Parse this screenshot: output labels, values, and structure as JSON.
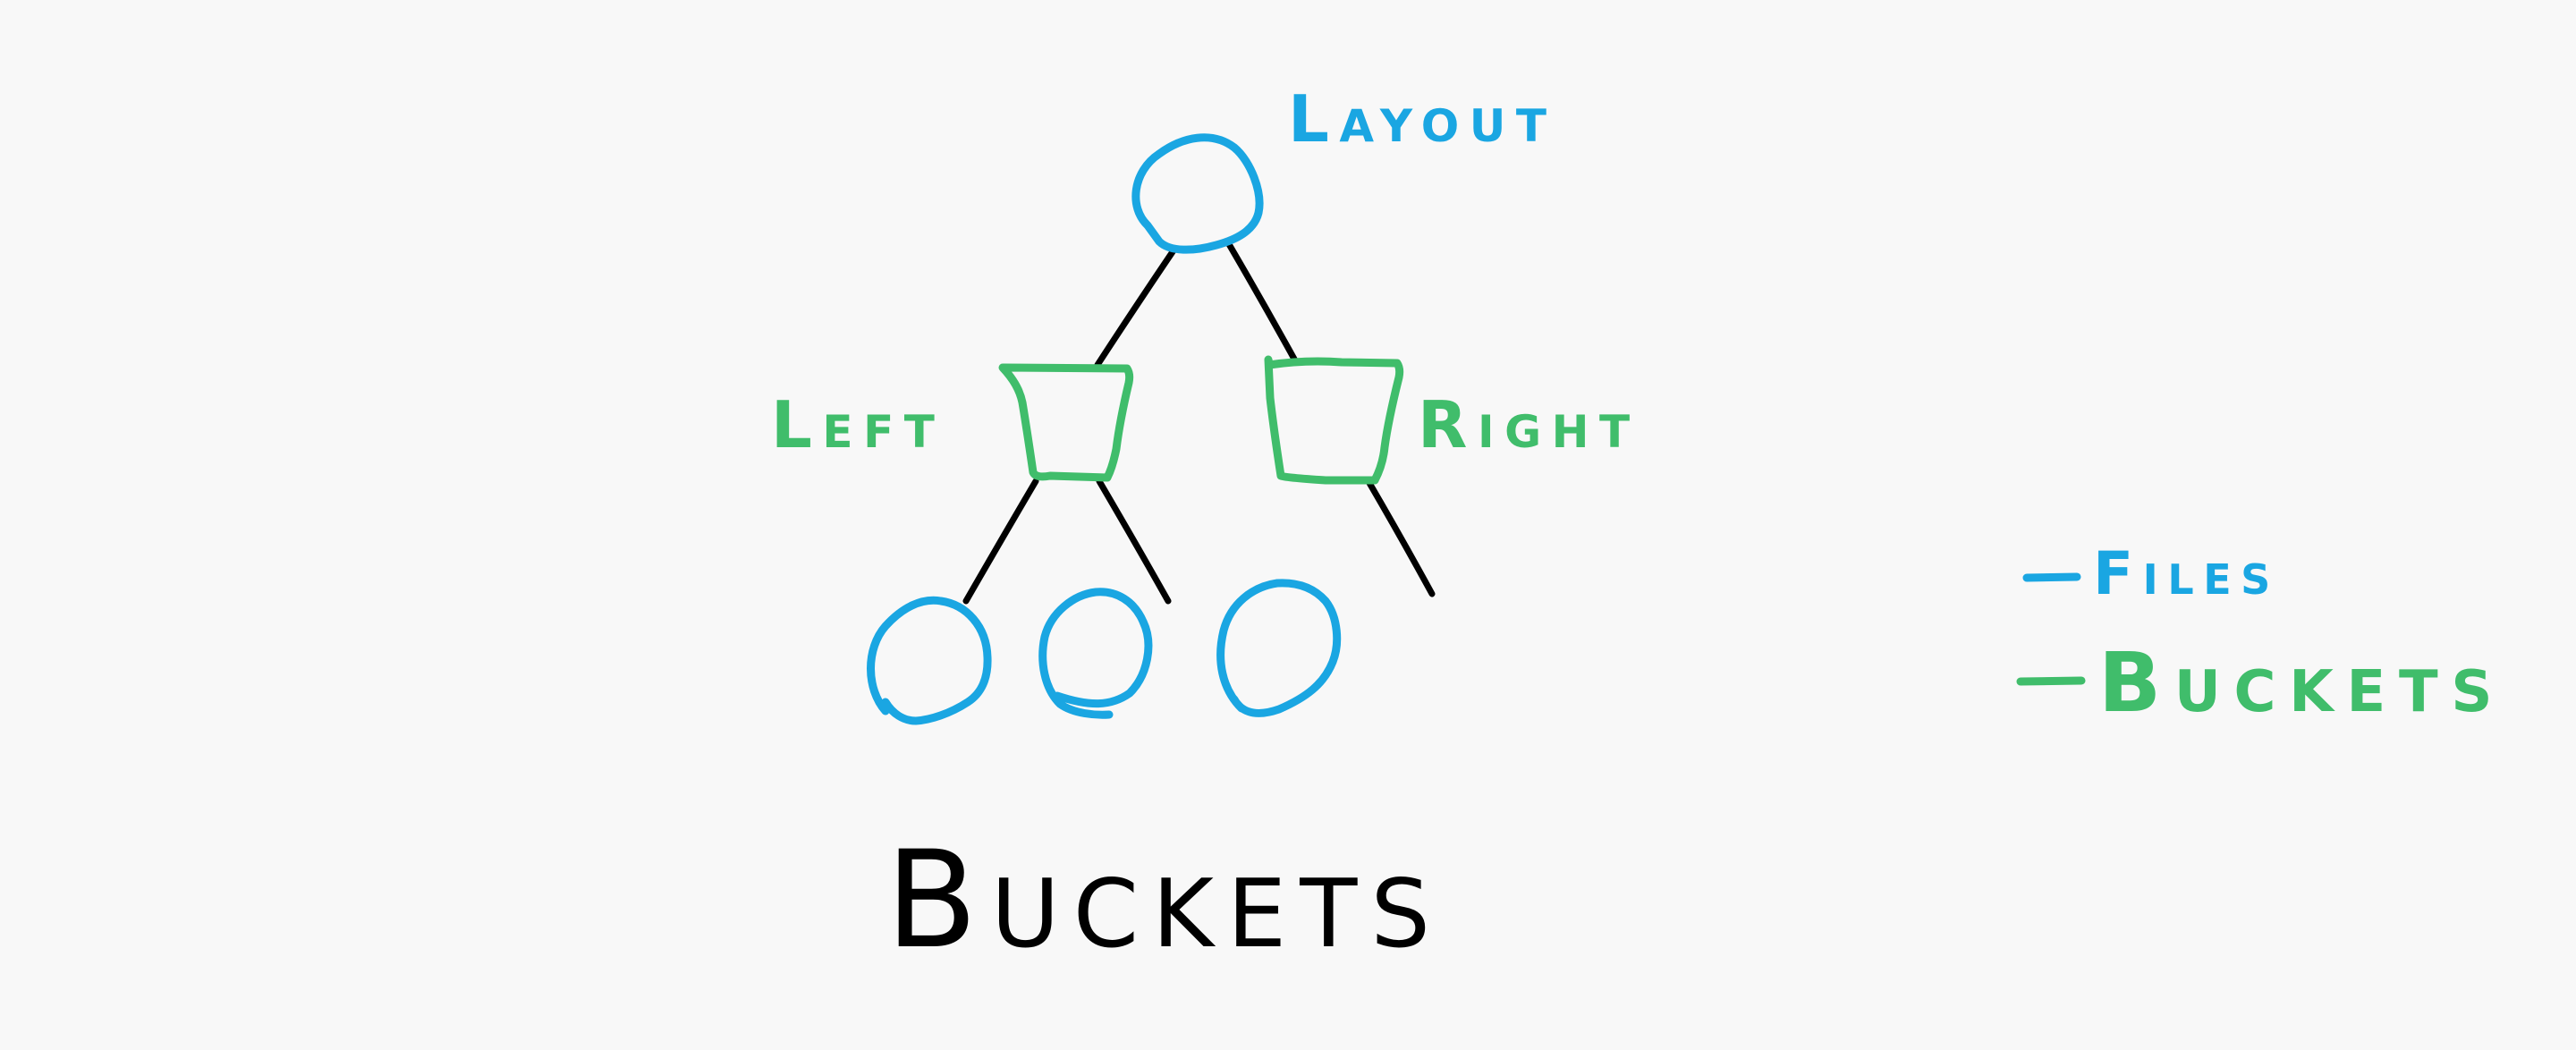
{
  "diagram": {
    "title": "Buckets",
    "colors": {
      "background": "#f8f8f8",
      "file": "#1aa6e2",
      "bucket": "#40bd6b",
      "edge": "#000000",
      "title": "#000000"
    },
    "nodes": {
      "root": {
        "type": "file",
        "label": "Layout"
      },
      "left": {
        "type": "bucket",
        "label": "Left"
      },
      "right": {
        "type": "bucket",
        "label": "Right"
      },
      "left_leaf_1": {
        "type": "file",
        "label": ""
      },
      "left_leaf_2": {
        "type": "file",
        "label": ""
      },
      "right_leaf_1": {
        "type": "file",
        "label": ""
      }
    },
    "edges": [
      {
        "from": "root",
        "to": "left"
      },
      {
        "from": "root",
        "to": "right"
      },
      {
        "from": "left",
        "to": "left_leaf_1"
      },
      {
        "from": "left",
        "to": "left_leaf_2"
      },
      {
        "from": "right",
        "to": "right_leaf_1"
      }
    ],
    "legend": {
      "items": [
        {
          "label": "Files",
          "shape": "circle",
          "color": "#1aa6e2"
        },
        {
          "label": "Buckets",
          "shape": "trapezoid",
          "color": "#40bd6b"
        }
      ]
    }
  }
}
